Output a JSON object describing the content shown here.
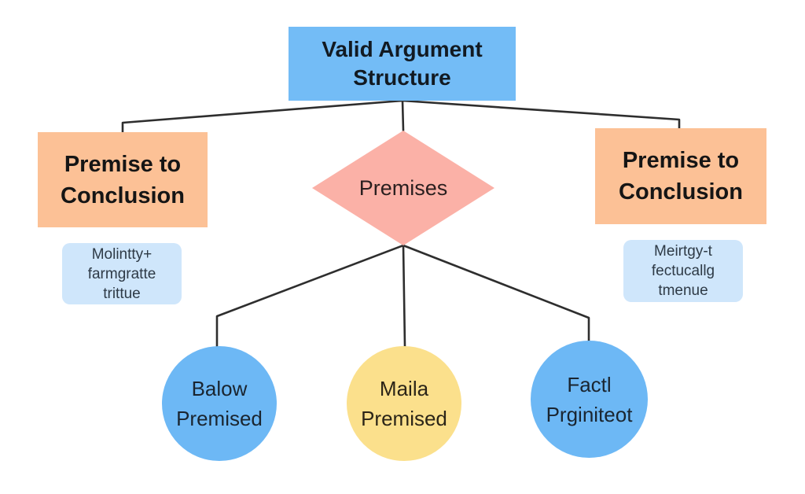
{
  "diagram": {
    "title": {
      "line1": "Valid Argument",
      "line2": "Structure",
      "color": "#73bcf6"
    },
    "conclusions": [
      {
        "line1": "Premise to",
        "line2": "Conclusion",
        "color": "#fcc196"
      },
      {
        "line1": "Premise to",
        "line2": "Conclusion",
        "color": "#fcc196"
      }
    ],
    "notes": [
      {
        "lines": [
          "Molintty+",
          "farmgratte",
          "trittue"
        ],
        "color": "#cfe6fb"
      },
      {
        "lines": [
          "Meirtgy-t",
          "fectucallg",
          "tmenue"
        ],
        "color": "#cfe6fb"
      }
    ],
    "decision": {
      "label": "Premises",
      "color": "#fbb1a7"
    },
    "premise_nodes": [
      {
        "line1": "Balow",
        "line2": "Premised",
        "color": "#6db8f5"
      },
      {
        "line1": "Maila",
        "line2": "Premised",
        "color": "#fbe08c"
      },
      {
        "line1": "Factl",
        "line2": "Prginiteot",
        "color": "#6db8f5"
      }
    ],
    "connector_color": "#2e2e2e"
  }
}
